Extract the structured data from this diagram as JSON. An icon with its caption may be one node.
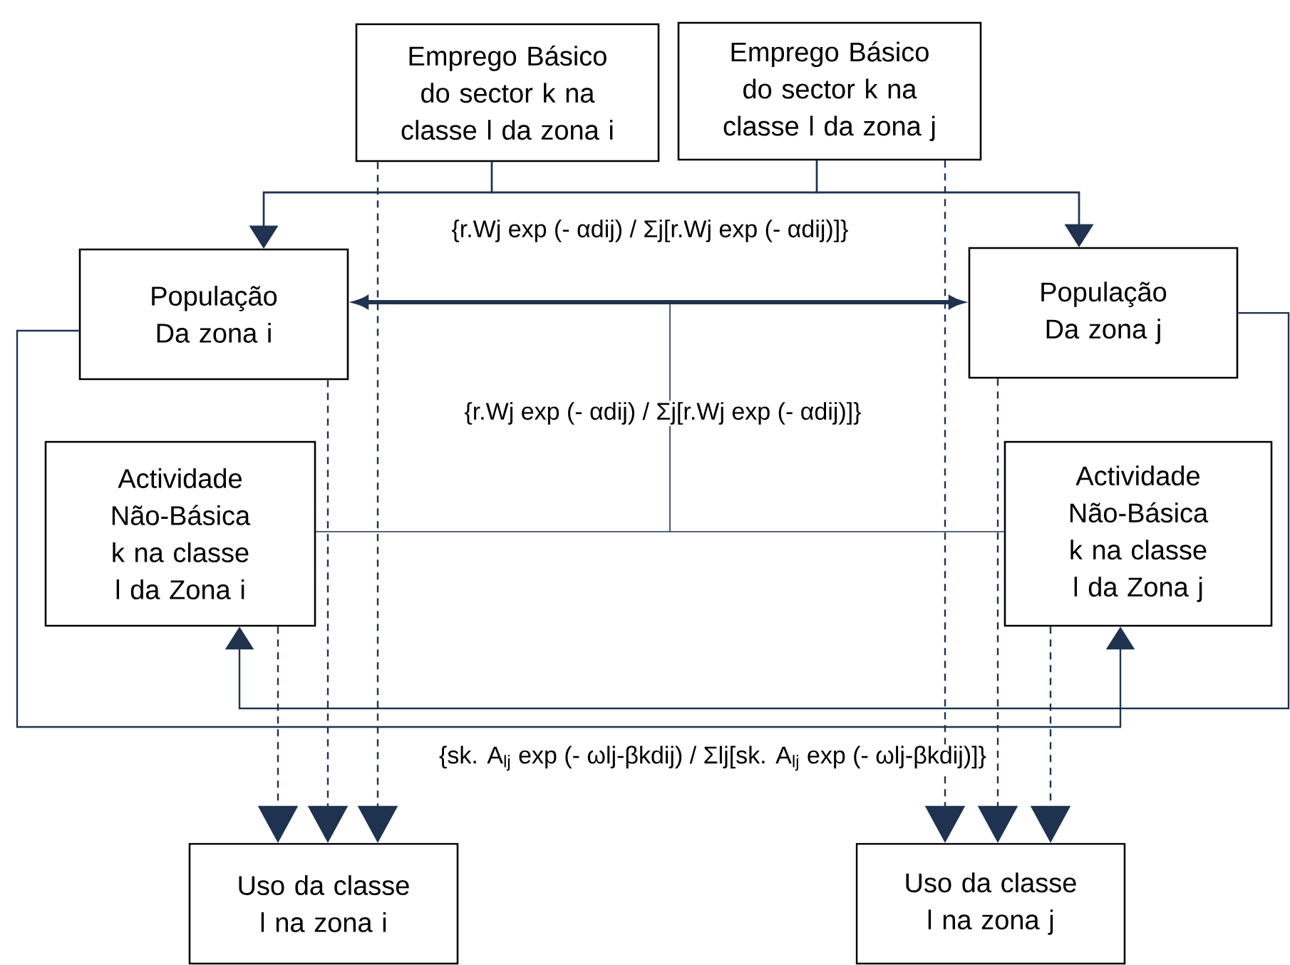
{
  "diagram": {
    "nodes": [
      {
        "text": [
          "Emprego Básico do sector k na classe l da zona i"
        ]
      },
      {
        "text": [
          "Emprego Básico do sector k na classe l da zona j"
        ]
      },
      {
        "text": [
          "População Da zona i"
        ]
      },
      {
        "text": [
          "População Da zona j"
        ]
      },
      {
        "text": [
          "Actividade Não-Básica k na classe l da Zona i"
        ]
      },
      {
        "text": [
          "Actividade Não-Básica k na classe l da Zona j"
        ]
      },
      {
        "text": [
          "Uso da classe l na zona i"
        ]
      },
      {
        "text": [
          "Uso da classe l na zona j"
        ]
      }
    ],
    "edges": [
      {
        "from": 0,
        "to": 2,
        "arrow": "to"
      },
      {
        "from": 0,
        "to": 3,
        "arrow": "to"
      },
      {
        "from": 1,
        "to": 2,
        "arrow": "to"
      },
      {
        "from": 1,
        "to": 3,
        "arrow": "to"
      },
      {
        "from": 2,
        "to": 3,
        "arrow": "both",
        "style": "thick"
      },
      {
        "from": 4,
        "to": 5,
        "arrow": "none"
      },
      {
        "from": 2,
        "to": 5,
        "arrow": "to"
      },
      {
        "from": 3,
        "to": 4,
        "arrow": "to"
      },
      {
        "from": 0,
        "to": 6,
        "arrow": "to",
        "style": "dashed"
      },
      {
        "from": 2,
        "to": 6,
        "arrow": "to",
        "style": "dashed"
      },
      {
        "from": 4,
        "to": 6,
        "arrow": "to",
        "style": "dashed"
      },
      {
        "from": 1,
        "to": 7,
        "arrow": "to",
        "style": "dashed"
      },
      {
        "from": 3,
        "to": 7,
        "arrow": "to",
        "style": "dashed"
      },
      {
        "from": 5,
        "to": 7,
        "arrow": "to",
        "style": "dashed"
      }
    ],
    "labels": [
      "{r.Wj exp (- αdij) / Σj[r.Wj exp (- αdij)]}",
      "{r.Wj exp (- αdij) / Σj[r.Wj exp (- αdij)]}",
      "{sk. A$_{lj}$ exp (- ωlj-βkdij) / Σlj[sk. A$_{lj}$ exp (- ωlj-βkdij)]}"
    ]
  }
}
